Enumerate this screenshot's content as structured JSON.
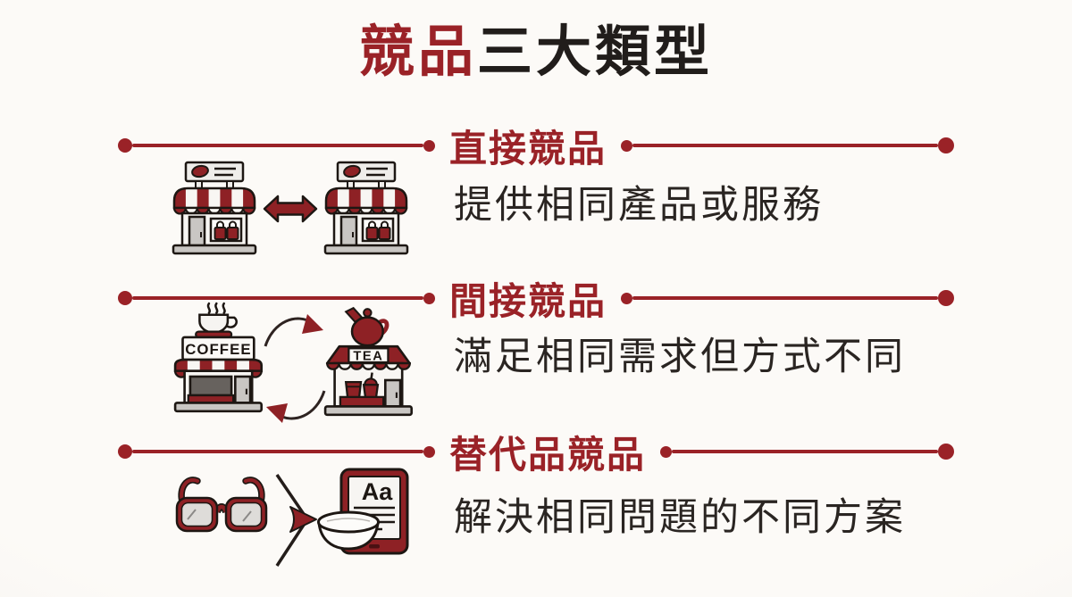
{
  "title": {
    "accent": "競品",
    "rest": "三大類型"
  },
  "colors": {
    "accent_red": "#9A2227",
    "icon_red": "#8E2125",
    "text_dark": "#2A2522",
    "outline": "#1D1713",
    "background": "#FBF9F6"
  },
  "sections": [
    {
      "id": "direct",
      "title": "直接競品",
      "description": "提供相同產品或服務",
      "icons": [
        "storefront-icon",
        "double-arrow-icon",
        "storefront-icon"
      ]
    },
    {
      "id": "indirect",
      "title": "間接競品",
      "description": "滿足相同需求但方式不同",
      "coffee_sign": "COFFEE",
      "tea_sign": "TEA",
      "icons": [
        "coffee-shop-icon",
        "cycle-arrows-icon",
        "tea-shop-icon"
      ]
    },
    {
      "id": "substitute",
      "title": "替代品競品",
      "description": "解決相同問題的不同方案",
      "ereader_text": "Aa",
      "icons": [
        "glasses-icon",
        "chevron-arrow-icon",
        "ereader-icon",
        "bowl-icon"
      ]
    }
  ]
}
